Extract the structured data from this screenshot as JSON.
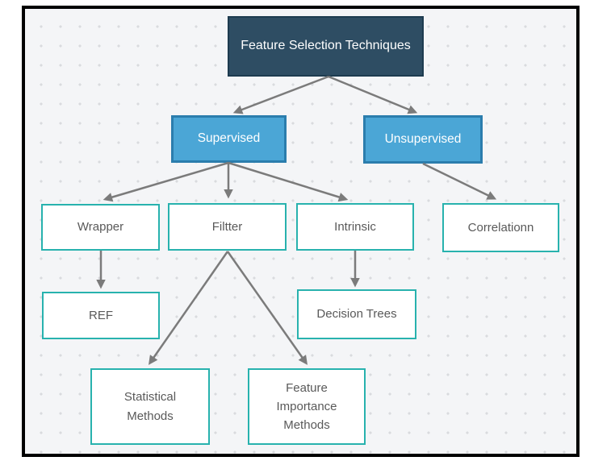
{
  "diagram": {
    "type": "flowchart",
    "title": "Feature Selection Techniques",
    "nodes": {
      "root": {
        "label": "Feature Selection Techniques",
        "style": "dark"
      },
      "supervised": {
        "label": "Supervised",
        "style": "blue"
      },
      "unsupervised": {
        "label": "Unsupervised",
        "style": "blue"
      },
      "wrapper": {
        "label": "Wrapper",
        "style": "outline"
      },
      "filtter": {
        "label": "Filtter",
        "style": "outline"
      },
      "intrinsic": {
        "label": "Intrinsic",
        "style": "outline"
      },
      "correlationn": {
        "label": "Correlationn",
        "style": "outline"
      },
      "ref": {
        "label": "REF",
        "style": "outline"
      },
      "decision_trees": {
        "label": "Decision Trees",
        "style": "outline"
      },
      "statistical_methods": {
        "label": "Statistical Methods",
        "style": "outline"
      },
      "feature_importance_methods": {
        "label": "Feature Importance Methods",
        "style": "outline"
      }
    },
    "edges": [
      {
        "from": "root",
        "to": "supervised"
      },
      {
        "from": "root",
        "to": "unsupervised"
      },
      {
        "from": "supervised",
        "to": "wrapper"
      },
      {
        "from": "supervised",
        "to": "filtter"
      },
      {
        "from": "supervised",
        "to": "intrinsic"
      },
      {
        "from": "unsupervised",
        "to": "correlationn"
      },
      {
        "from": "wrapper",
        "to": "ref"
      },
      {
        "from": "filtter",
        "to": "statistical_methods"
      },
      {
        "from": "filtter",
        "to": "feature_importance_methods"
      },
      {
        "from": "intrinsic",
        "to": "decision_trees"
      }
    ],
    "colors": {
      "canvas_bg": "#f4f5f7",
      "dot": "#d9dade",
      "frame_border": "#000000",
      "root_fill": "#2e4d63",
      "root_border": "#1d3b4f",
      "root_text": "#ffffff",
      "branch_fill": "#4ba6d6",
      "branch_border": "#2b7dad",
      "branch_text": "#ffffff",
      "leaf_fill": "#ffffff",
      "leaf_border": "#28b2ae",
      "leaf_text": "#595959",
      "arrow": "#7b7b7b"
    }
  }
}
